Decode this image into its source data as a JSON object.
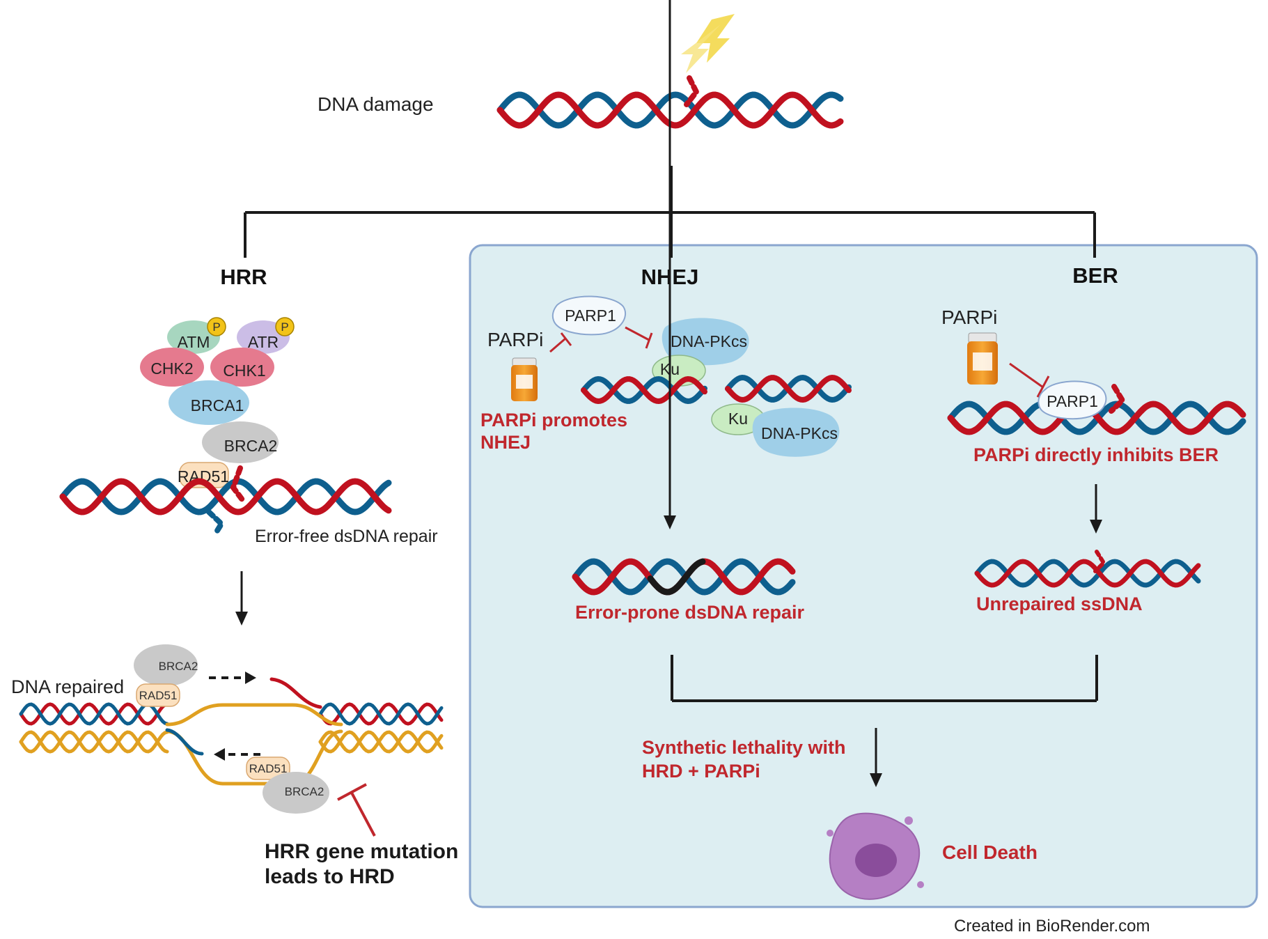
{
  "title_label": "DNA damage",
  "branches": {
    "hrr": "HRR",
    "nhej": "NHEJ",
    "ber": "BER"
  },
  "hrr": {
    "proteins": {
      "atm": "ATM",
      "atr": "ATR",
      "phospho": "P",
      "chk2": "CHK2",
      "chk1": "CHK1",
      "brca1": "BRCA1",
      "brca2": "BRCA2",
      "rad51": "RAD51"
    },
    "repair_label": "Error-free dsDNA repair",
    "repaired_label": "DNA repaired",
    "repaired_proteins": {
      "brca2_top": "BRCA2",
      "rad51_top": "RAD51",
      "rad51_bottom": "RAD51",
      "brca2_bottom": "BRCA2"
    },
    "mutation_line1": "HRR gene mutation",
    "mutation_line2": "leads to HRD"
  },
  "nhej": {
    "parpi": "PARPi",
    "parp1": "PARP1",
    "dnapkcs": "DNA-PKcs",
    "ku": "Ku",
    "ku2": "Ku",
    "dnapkcs2": "DNA-PKcs",
    "promotes_line1": "PARPi promotes",
    "promotes_line2": "NHEJ",
    "result": "Error-prone dsDNA repair"
  },
  "ber": {
    "parpi": "PARPi",
    "parp1": "PARP1",
    "inhibits": "PARPi directly inhibits BER",
    "result": "Unrepaired ssDNA"
  },
  "lethality_line1": "Synthetic lethality with",
  "lethality_line2": "HRD + PARPi",
  "cell_death": "Cell Death",
  "credit": "Created in BioRender.com",
  "colors": {
    "strand_red": "#c0111f",
    "strand_blue": "#0e5f8e",
    "strand_orange": "#e0a020",
    "panel_fill": "#ddeef2",
    "panel_border": "#8aa6cf",
    "accent_red": "#c0272d",
    "bolt": "#f3d84b"
  }
}
